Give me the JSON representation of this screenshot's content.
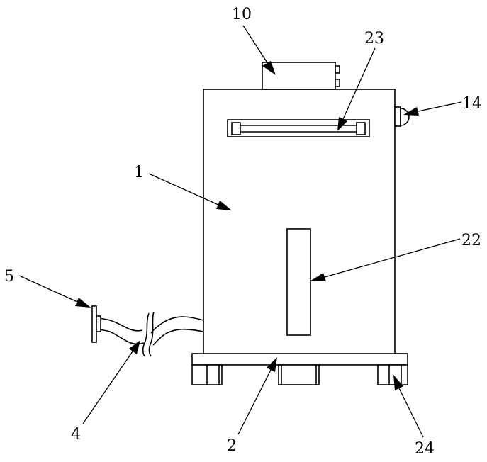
{
  "colors": {
    "line": "#000000",
    "background": "#ffffff"
  },
  "labels": {
    "l1": "1",
    "l2": "2",
    "l4": "4",
    "l5": "5",
    "l10": "10",
    "l14": "14",
    "l22": "22",
    "l23": "23",
    "l24": "24"
  }
}
